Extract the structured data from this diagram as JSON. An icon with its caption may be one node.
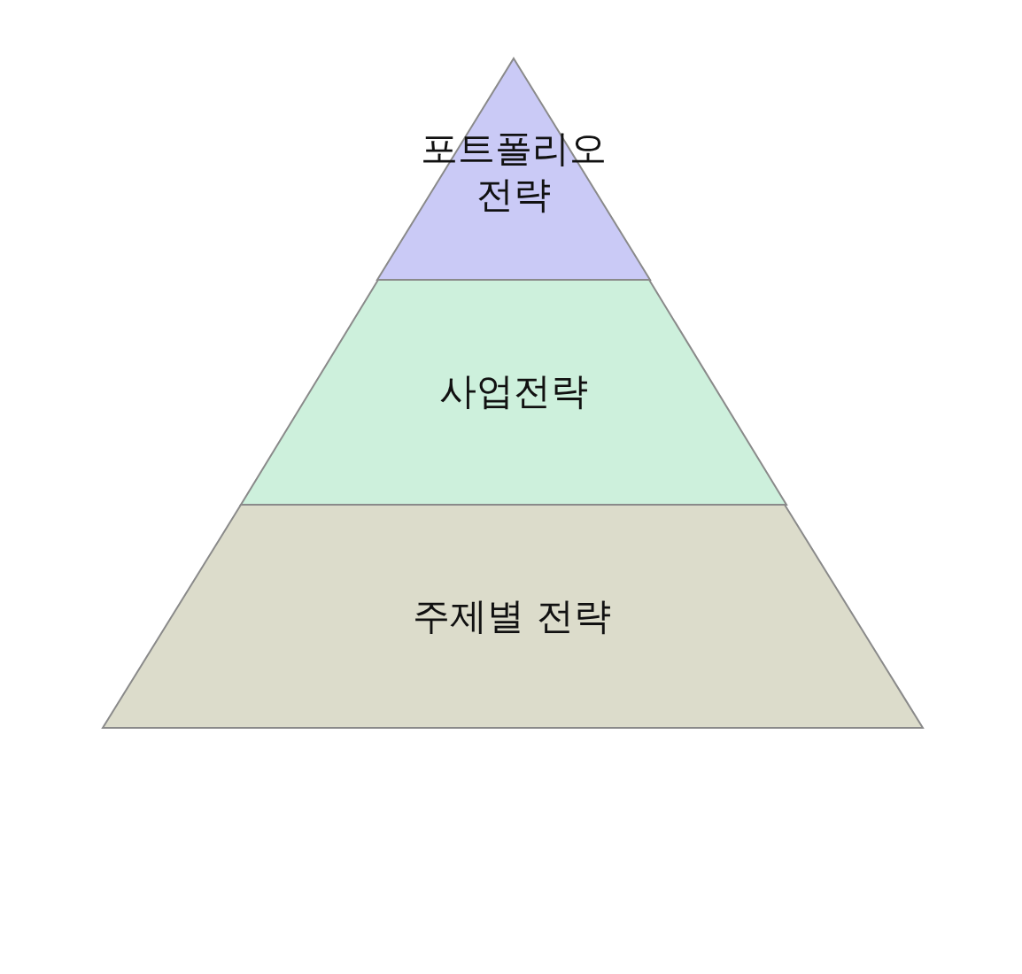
{
  "diagram": {
    "nodes": [
      {
        "text": [
          "포트폴리오 전략"
        ]
      },
      {
        "text": [
          "사업전략"
        ]
      },
      {
        "text": [
          "주제별 전략"
        ]
      }
    ]
  }
}
